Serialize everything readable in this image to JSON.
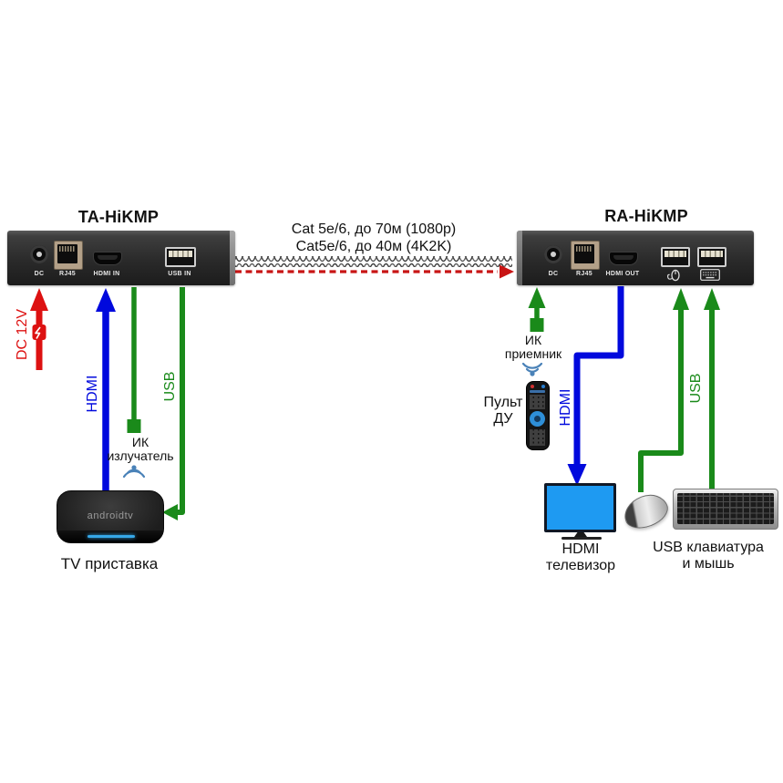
{
  "colors": {
    "power_red": "#dd1111",
    "hdmi_blue": "#0009dd",
    "usb_green": "#1a8a1a",
    "cable_dash_red": "#c81414",
    "tv_screen_blue": "#1e9af2",
    "ir_signal_blue": "#4a82b8"
  },
  "transmitter": {
    "title": "TA-HiKMP",
    "port_dc": "DC",
    "port_rj45": "RJ45",
    "port_hdmi": "HDMI IN",
    "port_usb": "USB IN"
  },
  "receiver": {
    "title": "RA-HiKMP",
    "port_dc": "DC",
    "port_rj45": "RJ45",
    "port_hdmi": "HDMI OUT"
  },
  "cable": {
    "spec_line1": "Cat 5e/6, до 70м (1080p)",
    "spec_line2": "Cat5e/6, до 40м (4K2K)"
  },
  "left_side": {
    "power_label": "DC 12V",
    "hdmi_label": "HDMI",
    "usb_label": "USB",
    "ir_emitter_label_line1": "ИК",
    "ir_emitter_label_line2": "излучатель",
    "tv_box_brand": "androidtv",
    "tv_box_label": "TV приставка"
  },
  "right_side": {
    "ir_receiver_label_line1": "ИК",
    "ir_receiver_label_line2": "приемник",
    "remote_label_line1": "Пульт",
    "remote_label_line2": "ДУ",
    "hdmi_label": "HDMI",
    "usb_label": "USB",
    "tv_label_line1": "HDMI",
    "tv_label_line2": "телевизор",
    "kb_mouse_label_line1": "USB клавиатура",
    "kb_mouse_label_line2": "и мышь"
  }
}
